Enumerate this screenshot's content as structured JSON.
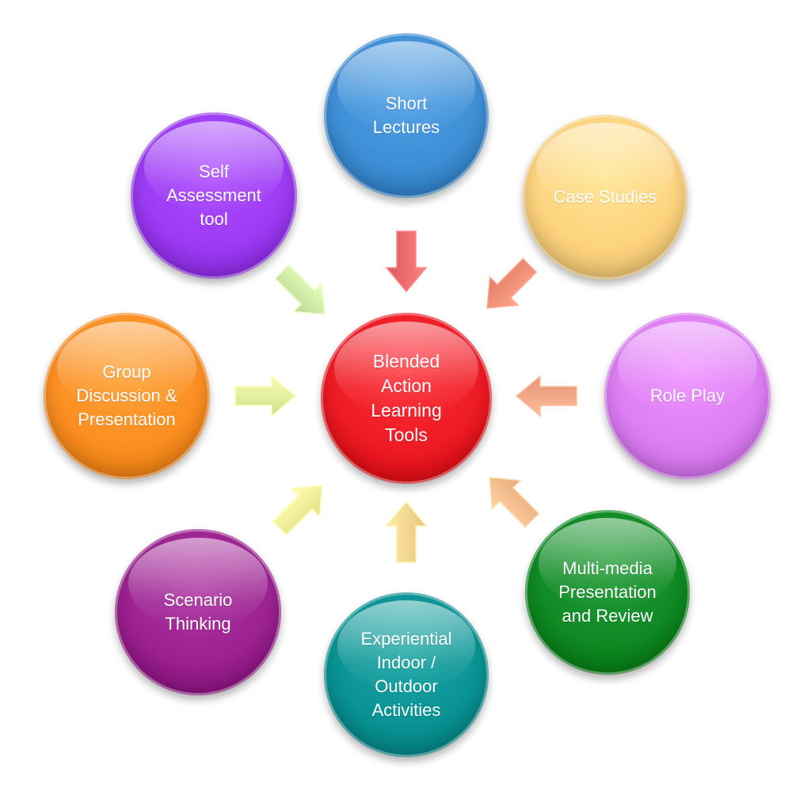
{
  "center": {
    "label": "Blended\nAction\nLearning\nTools",
    "color": "#ed1b24"
  },
  "nodes": [
    {
      "id": "short-lectures",
      "label": "Short\nLectures",
      "color": "#3f8fd6",
      "arrow_color": "#e8696a"
    },
    {
      "id": "case-studies",
      "label": "Case Studies",
      "color": "#fdd37f",
      "arrow_color": "#f08c73"
    },
    {
      "id": "role-play",
      "label": "Role Play",
      "color": "#dd7ef5",
      "arrow_color": "#f4a383"
    },
    {
      "id": "multi-media",
      "label": "Multi-media\nPresentation\nand Review",
      "color": "#0f8a24",
      "arrow_color": "#f6b98a"
    },
    {
      "id": "experiential",
      "label": "Experiential\nIndoor /\nOutdoor\nActivities",
      "color": "#0a9394",
      "arrow_color": "#f7d38c"
    },
    {
      "id": "scenario-thinking",
      "label": "Scenario\nThinking",
      "color": "#9b2290",
      "arrow_color": "#f2ee96"
    },
    {
      "id": "group-discussion",
      "label": "Group\nDiscussion &\nPresentation",
      "color": "#fb8f22",
      "arrow_color": "#dfee9a"
    },
    {
      "id": "self-assessment",
      "label": "Self\nAssessment\ntool",
      "color": "#9c3bf3",
      "arrow_color": "#cde7a4"
    }
  ]
}
